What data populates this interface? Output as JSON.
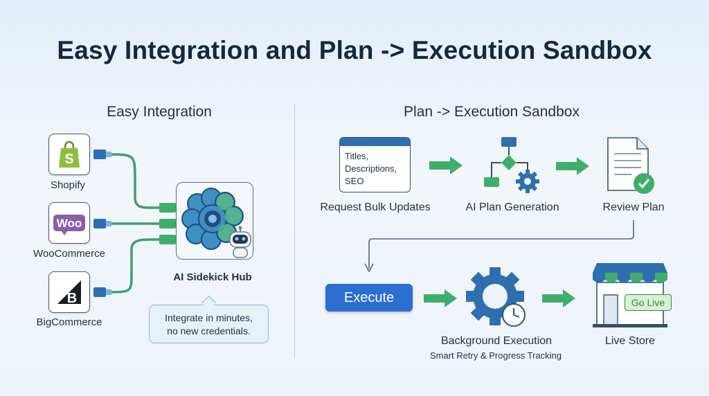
{
  "title": "Easy Integration and Plan -> Execution Sandbox",
  "left": {
    "heading": "Easy Integration",
    "platforms": [
      {
        "label": "Shopify",
        "icon": "shopify-icon",
        "glyph": "S"
      },
      {
        "label": "WooCommerce",
        "icon": "woocommerce-icon",
        "glyph": "Woo"
      },
      {
        "label": "BigCommerce",
        "icon": "bigcommerce-icon",
        "glyph": "B"
      }
    ],
    "hub_label": "AI Sidekick Hub",
    "callout_line1": "Integrate in minutes,",
    "callout_line2": "no new credentials."
  },
  "right": {
    "heading": "Plan -> Execution Sandbox",
    "steps": {
      "request": {
        "label": "Request Bulk Updates",
        "lines": [
          "Titles,",
          "Descriptions,",
          "SEO"
        ]
      },
      "plan": {
        "label": "AI Plan Generation"
      },
      "review": {
        "label": "Review Plan"
      },
      "execute": {
        "label": "Execute"
      },
      "background": {
        "label": "Background Execution",
        "sublabel": "Smart Retry & Progress Tracking"
      },
      "store": {
        "label": "Live Store",
        "badge": "Go Live"
      }
    }
  },
  "colors": {
    "accent_blue": "#2b6fd0",
    "accent_green": "#3fae6a",
    "dark": "#14283f"
  }
}
